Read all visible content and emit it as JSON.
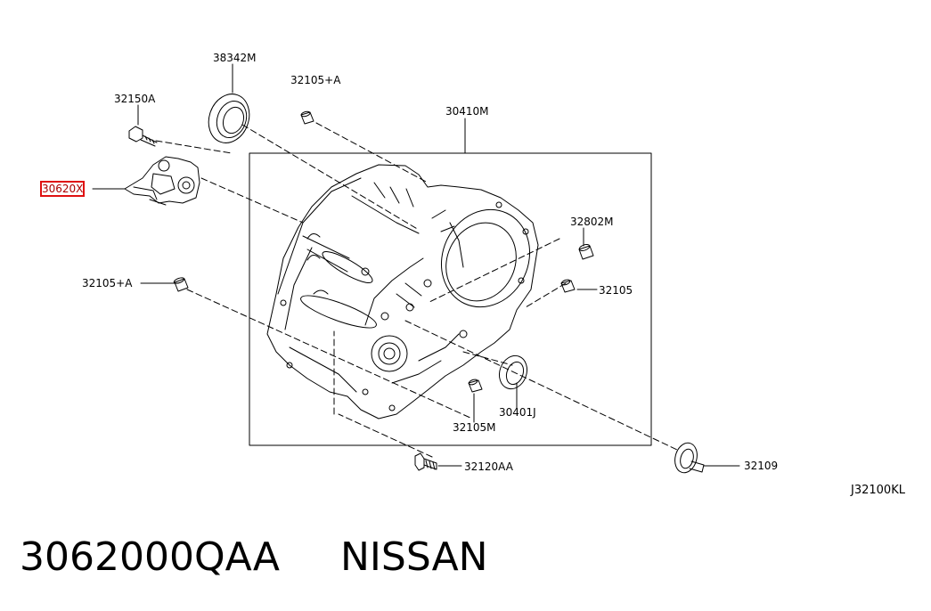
{
  "part_labels": {
    "p38342M": "38342M",
    "p32105A_top": "32105+A",
    "p32150A": "32150A",
    "p30410M": "30410M",
    "p30620X": "30620X",
    "p32802M": "32802M",
    "p32105A_left": "32105+A",
    "p32105": "32105",
    "p32105M": "32105M",
    "p30401J": "30401J",
    "p32120AA": "32120AA",
    "p32109": "32109"
  },
  "diagram_code": "J32100KL",
  "footer": {
    "part_number": "3062000QAA",
    "brand": "NISSAN"
  },
  "highlight": {
    "label": "30620X",
    "color": "#e01010"
  }
}
